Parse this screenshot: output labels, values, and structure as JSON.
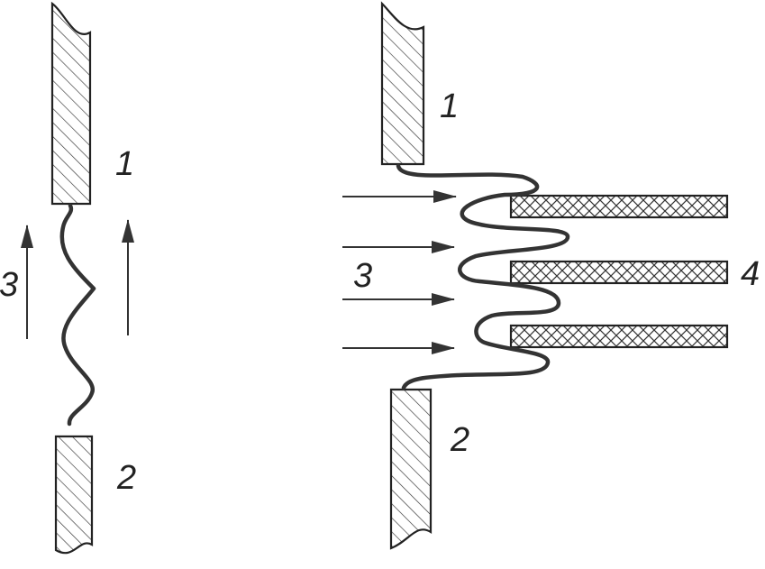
{
  "left_figure": {
    "label_electrode_top": "1",
    "label_electrode_bottom": "2",
    "label_flow": "3"
  },
  "right_figure": {
    "label_electrode_top": "1",
    "label_electrode_bottom": "2",
    "label_flow": "3",
    "label_plates": "4"
  },
  "colors": {
    "stroke": "#222222",
    "wire": "#333333"
  }
}
